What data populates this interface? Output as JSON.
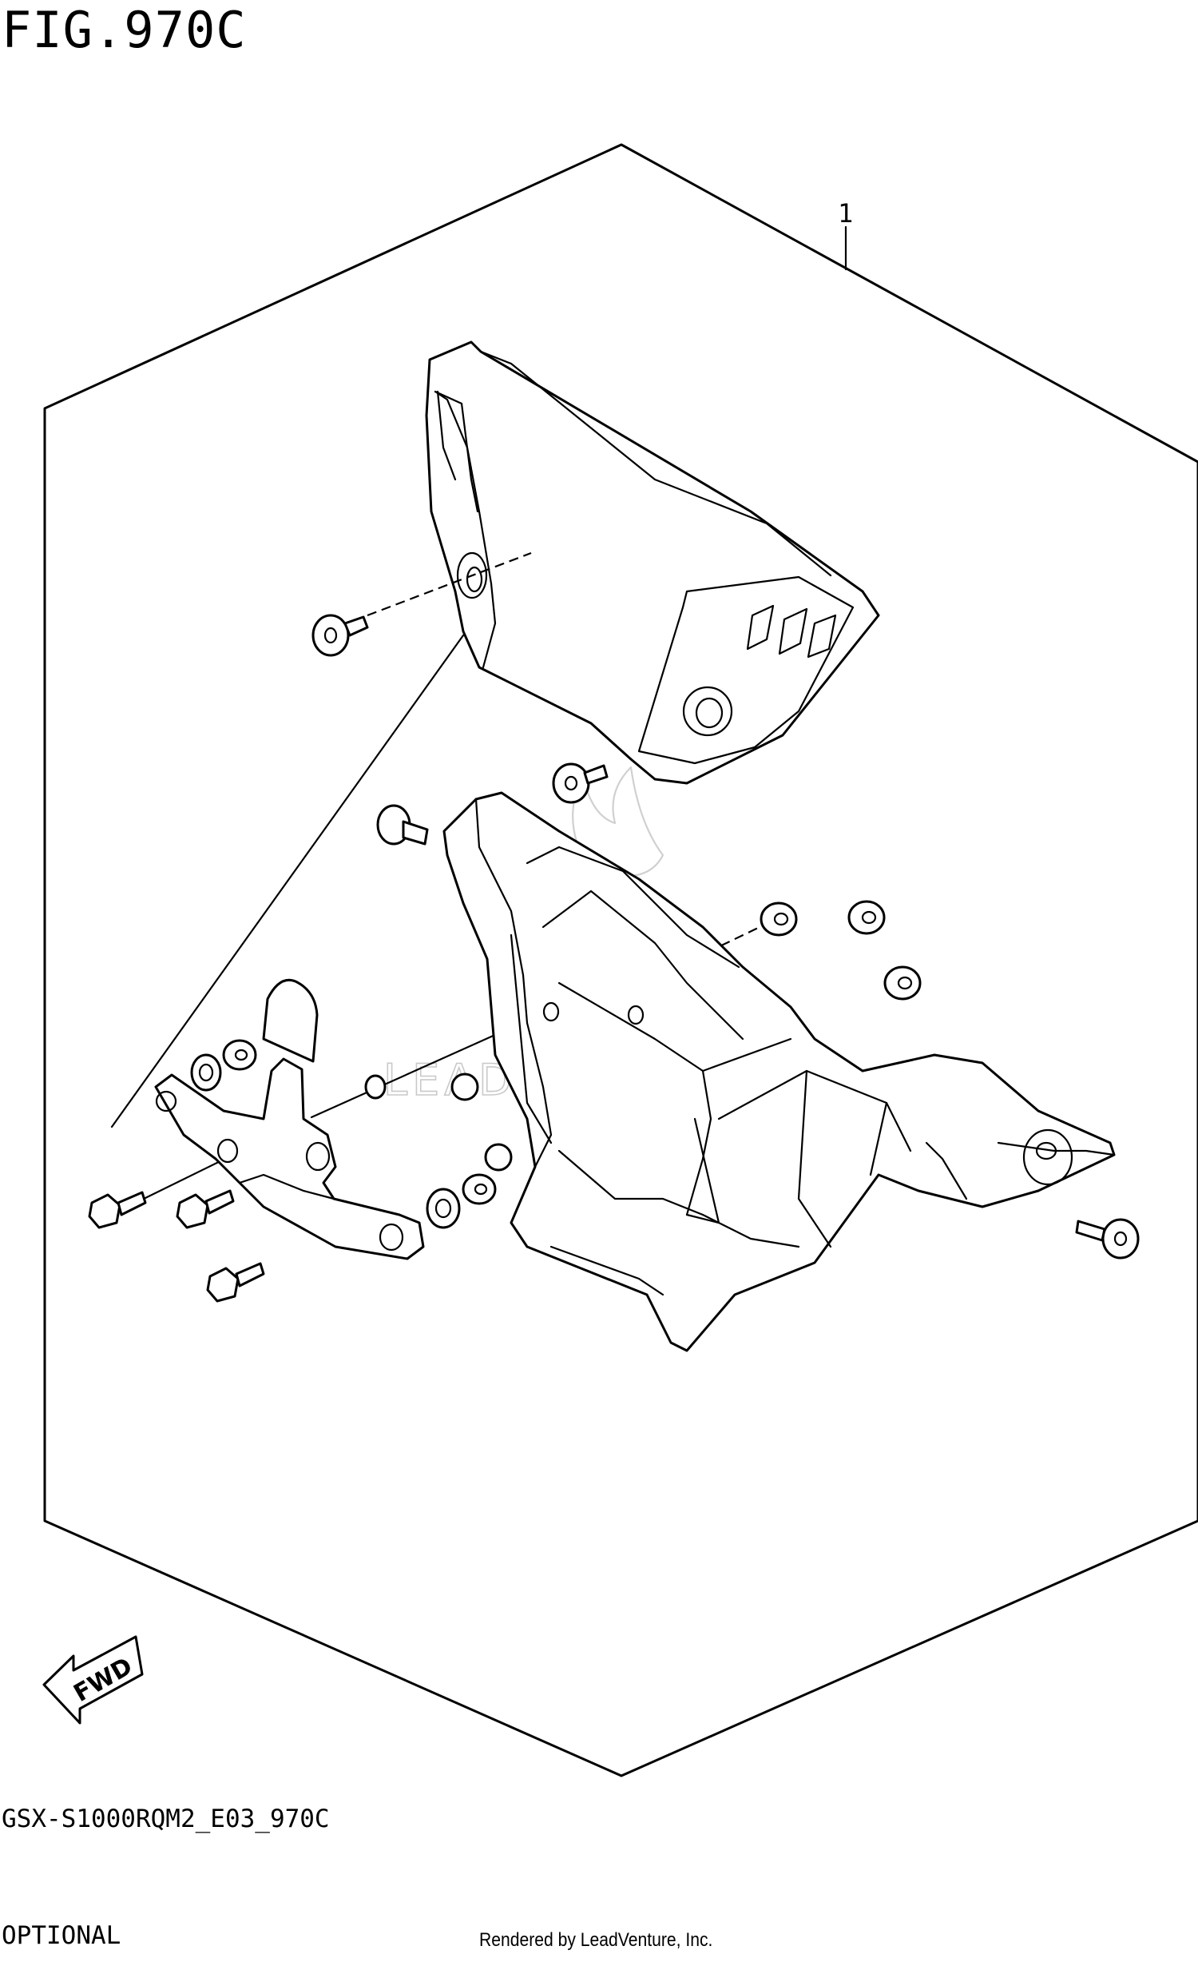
{
  "figure": {
    "title": "FIG.970C",
    "model_code": "GSX-S1000RQM2_E03_970C",
    "option_label": "OPTIONAL",
    "render_credit": "Rendered by LeadVenture, Inc."
  },
  "callouts": [
    {
      "number": "1"
    }
  ],
  "direction_marker": {
    "label": "FWD"
  },
  "watermark": {
    "text": "LEADVENTURE"
  }
}
